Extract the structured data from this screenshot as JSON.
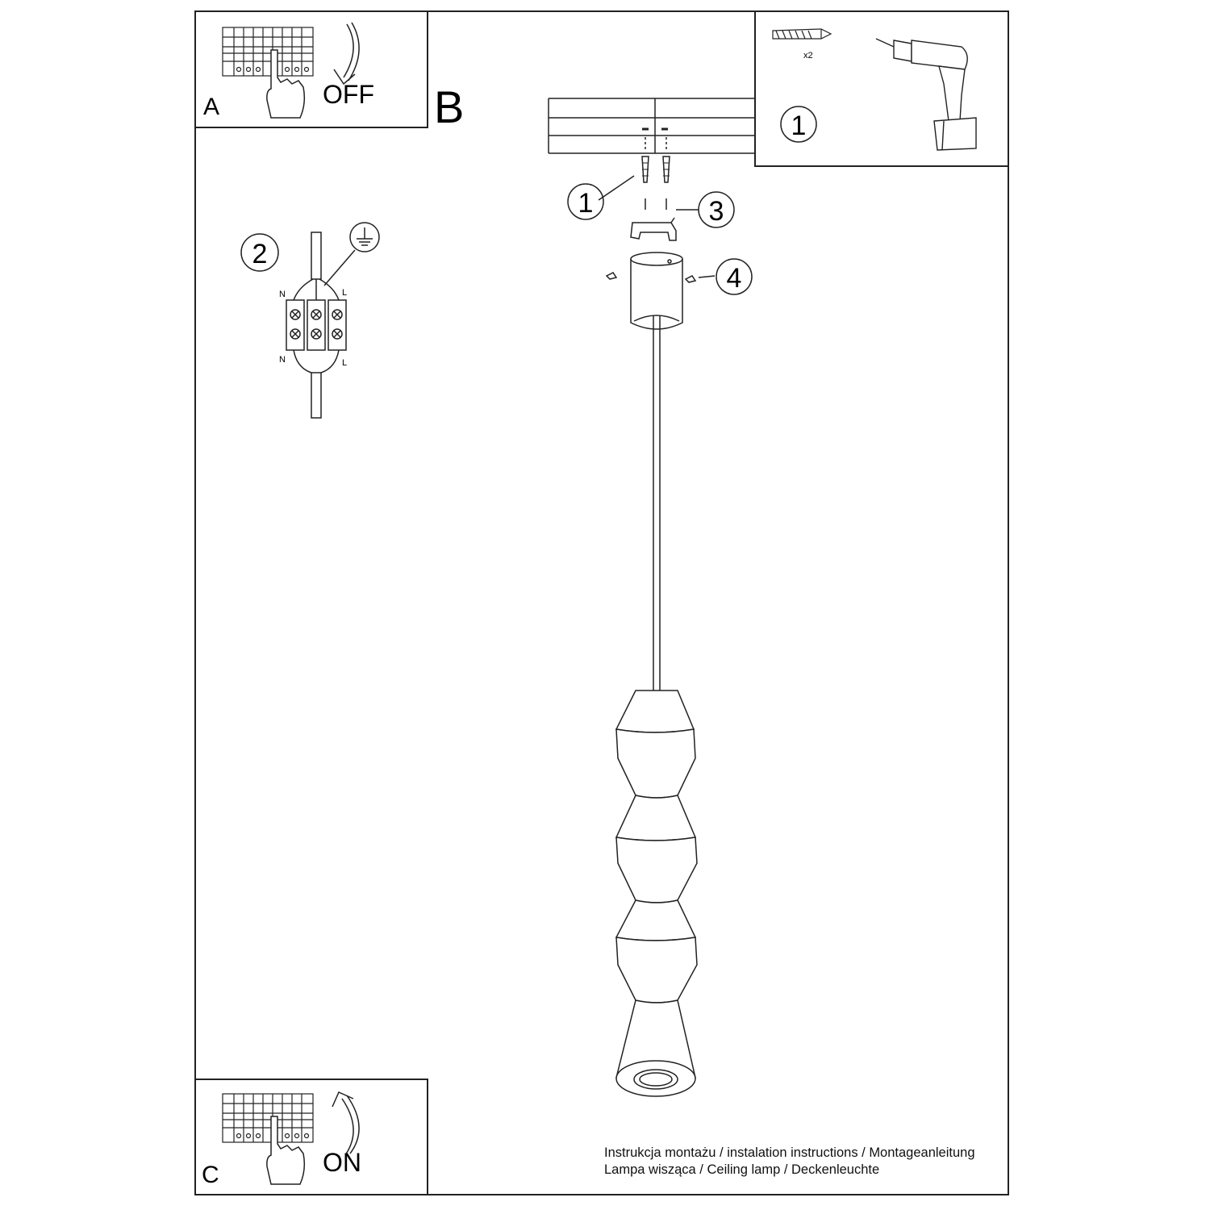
{
  "panel_a": {
    "letter": "A",
    "switch_label": "OFF"
  },
  "panel_b": {
    "letter": "B"
  },
  "panel_c": {
    "letter": "C",
    "switch_label": "ON"
  },
  "tools": {
    "step": "1",
    "quantity": "x2"
  },
  "wiring": {
    "step": "2",
    "n_top": "N",
    "l_top": "L",
    "n_bottom": "N",
    "l_bottom": "L"
  },
  "callouts": {
    "anchors": "1",
    "bracket": "3",
    "screws": "4"
  },
  "footer": {
    "line1": "Instrukcja montażu / instalation instructions / Montageanleitung",
    "line2": "Lampa wisząca / Ceiling lamp / Deckenleuchte"
  },
  "icons": [
    "breaker-icon",
    "hand-icon",
    "arrow-down-icon",
    "arrow-up-icon",
    "wall-plug-icon",
    "drill-icon",
    "ground-icon",
    "terminal-block-icon"
  ]
}
